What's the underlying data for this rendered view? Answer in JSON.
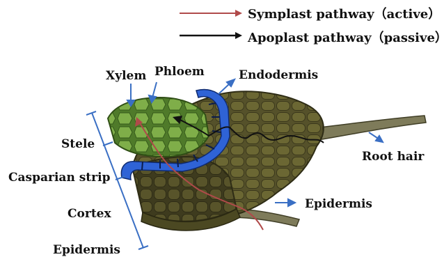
{
  "legend": {
    "symplast": "Symplast pathway（active）",
    "apoplast": "Apoplast pathway（passive）"
  },
  "labels": {
    "xylem": "Xylem",
    "phloem": "Phloem",
    "endodermis": "Endodermis",
    "stele": "Stele",
    "casparian": "Casparian strip",
    "cortex": "Cortex",
    "epidermis_left": "Epidermis",
    "epidermis_right": "Epidermis",
    "root_hair": "Root hair"
  },
  "colors": {
    "symplast_line": "#b04a4a",
    "apoplast_line": "#111111",
    "annotation_blue": "#3a6fc4",
    "stele_green": "#6f9a3d",
    "cortex_olive": "#5e5a2a",
    "endodermis_blue": "#2f63d6"
  }
}
